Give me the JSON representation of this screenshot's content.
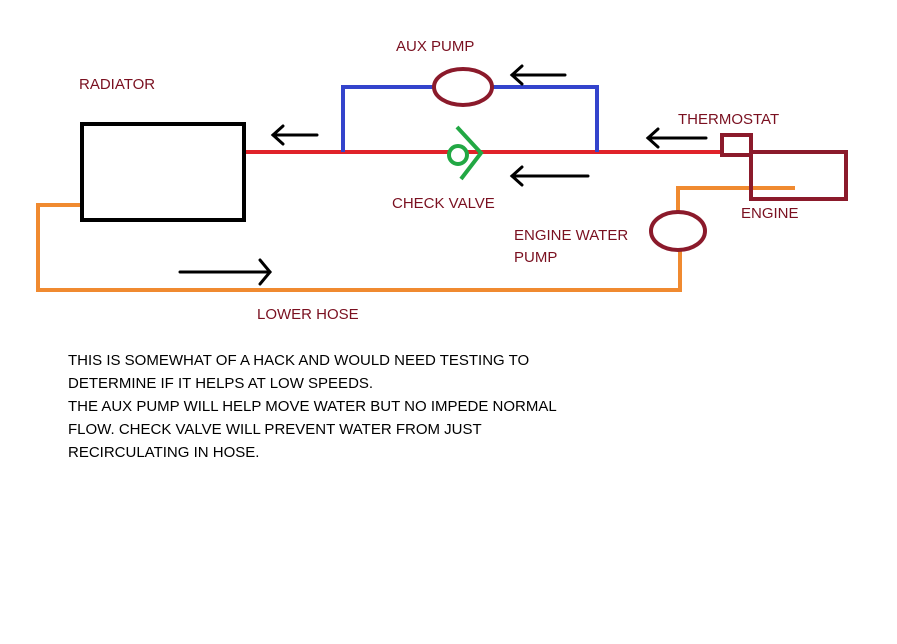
{
  "labels": {
    "radiator": "RADIATOR",
    "aux_pump": "AUX PUMP",
    "thermostat": "THERMOSTAT",
    "check_valve": "CHECK VALVE",
    "engine": "ENGINE",
    "engine_water_pump_line1": "ENGINE WATER",
    "engine_water_pump_line2": "PUMP",
    "lower_hose": "LOWER HOSE"
  },
  "note": {
    "lines": [
      "THIS IS SOMEWHAT OF A HACK AND WOULD NEED TESTING TO",
      "DETERMINE IF IT HELPS AT LOW SPEEDS.",
      "THE AUX PUMP WILL HELP MOVE WATER BUT NO IMPEDE NORMAL",
      "FLOW.  CHECK VALVE WILL PREVENT WATER FROM JUST",
      "RECIRCULATING IN HOSE."
    ]
  },
  "colors": {
    "label_text": "#7a1020",
    "upper_hose": "#e0222a",
    "bypass": "#3344cc",
    "lower_hose": "#f08a30",
    "check_valve": "#22a844",
    "pump": "#8b1a2b",
    "engine": "#8b1a2b",
    "radiator": "#000000",
    "arrows": "#000000"
  }
}
